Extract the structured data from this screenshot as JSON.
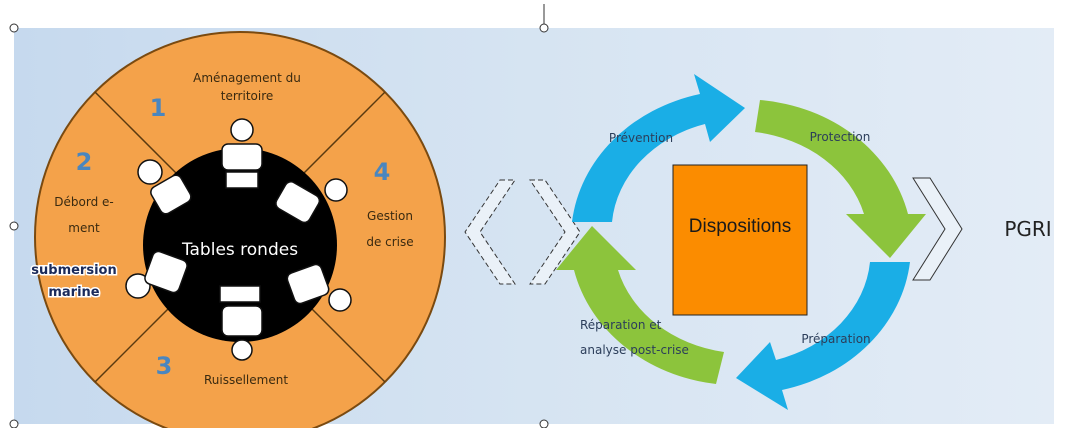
{
  "left_circle": {
    "table_label": "Tables rondes",
    "quadrants": [
      {
        "number": "1",
        "label_lines": [
          "Aménagement du",
          "territoire"
        ]
      },
      {
        "number": "2",
        "label_lines": [
          "Débord e-",
          "ment"
        ]
      },
      {
        "number": "3",
        "label_lines": [
          "Ruissellement"
        ]
      },
      {
        "number": "4",
        "label_lines": [
          "Gestion",
          "de crise"
        ]
      }
    ],
    "overlay_lines": [
      "submersion",
      "marine"
    ]
  },
  "cycle": {
    "center_label": "Dispositions",
    "phases": {
      "prevention": "Prévention",
      "protection": "Protection",
      "preparation": "Préparation",
      "reparation": [
        "Réparation et",
        "analyse post-crise"
      ]
    }
  },
  "result_label": "PGRI",
  "colors": {
    "orange": "#f4a24a",
    "table": "#000000",
    "blue_arrow": "#1aaee6",
    "green_arrow": "#8cc43c",
    "center_box": "#fb8c00",
    "background": "#cfdff0"
  }
}
